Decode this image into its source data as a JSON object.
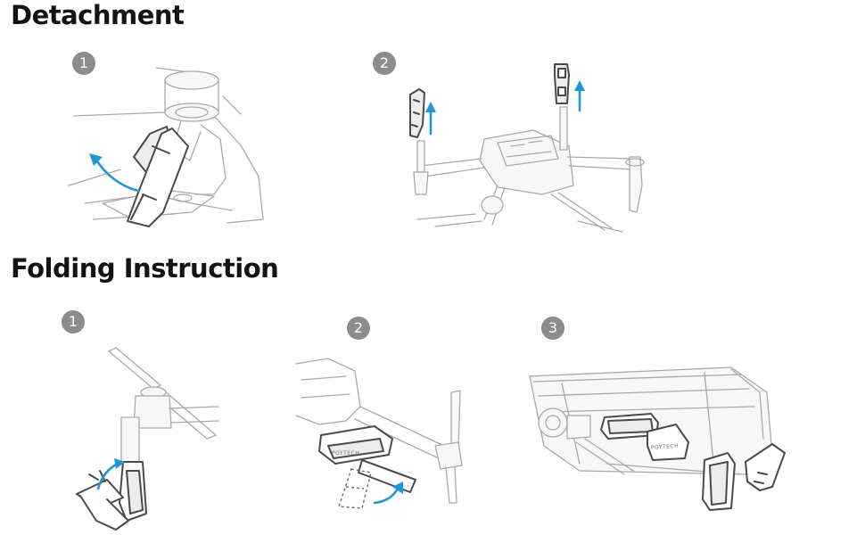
{
  "sections": {
    "detachment": {
      "title": "Detachment",
      "steps": [
        {
          "number": "1",
          "illustration_icon": "hand-removing-gimbal-guard-icon"
        },
        {
          "number": "2",
          "illustration_icon": "drone-landing-gear-lifting-off-icon"
        }
      ]
    },
    "folding": {
      "title": "Folding Instruction",
      "steps": [
        {
          "number": "1",
          "illustration_icon": "landing-gear-folding-on-arm-icon"
        },
        {
          "number": "2",
          "illustration_icon": "landing-gear-flip-under-arm-icon"
        },
        {
          "number": "3",
          "illustration_icon": "drone-folded-with-landing-gear-icon"
        }
      ]
    }
  },
  "illustrations": {
    "brand_text": "PGYTECH"
  },
  "colors": {
    "arrow": "#1f97d6",
    "step_badge": "#8c8c8c",
    "heading": "#141414"
  }
}
